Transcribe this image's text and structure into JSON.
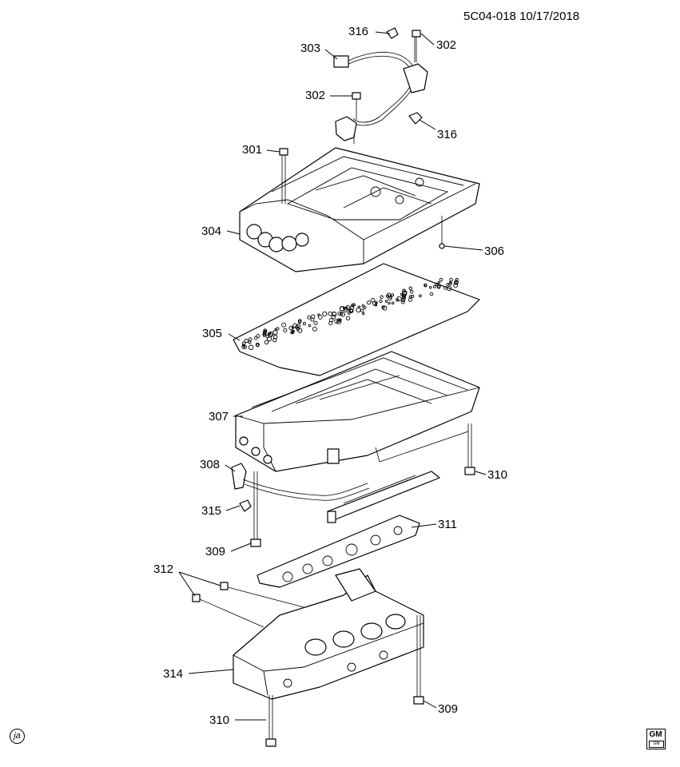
{
  "header": {
    "code": "5C04-018",
    "date": "10/17/2018"
  },
  "callouts": [
    {
      "id": "c316a",
      "label": "316"
    },
    {
      "id": "c302a",
      "label": "302"
    },
    {
      "id": "c303",
      "label": "303"
    },
    {
      "id": "c302b",
      "label": "302"
    },
    {
      "id": "c316b",
      "label": "316"
    },
    {
      "id": "c301",
      "label": "301"
    },
    {
      "id": "c304",
      "label": "304"
    },
    {
      "id": "c306",
      "label": "306"
    },
    {
      "id": "c305",
      "label": "305"
    },
    {
      "id": "c307",
      "label": "307"
    },
    {
      "id": "c308",
      "label": "308"
    },
    {
      "id": "c310a",
      "label": "310"
    },
    {
      "id": "c315",
      "label": "315"
    },
    {
      "id": "c311",
      "label": "311"
    },
    {
      "id": "c309a",
      "label": "309"
    },
    {
      "id": "c312",
      "label": "312"
    },
    {
      "id": "c314",
      "label": "314"
    },
    {
      "id": "c309b",
      "label": "309"
    },
    {
      "id": "c310b",
      "label": "310"
    }
  ],
  "footer": {
    "mark": "ja",
    "logo_text": "GM",
    "logo_sub": "GM"
  }
}
